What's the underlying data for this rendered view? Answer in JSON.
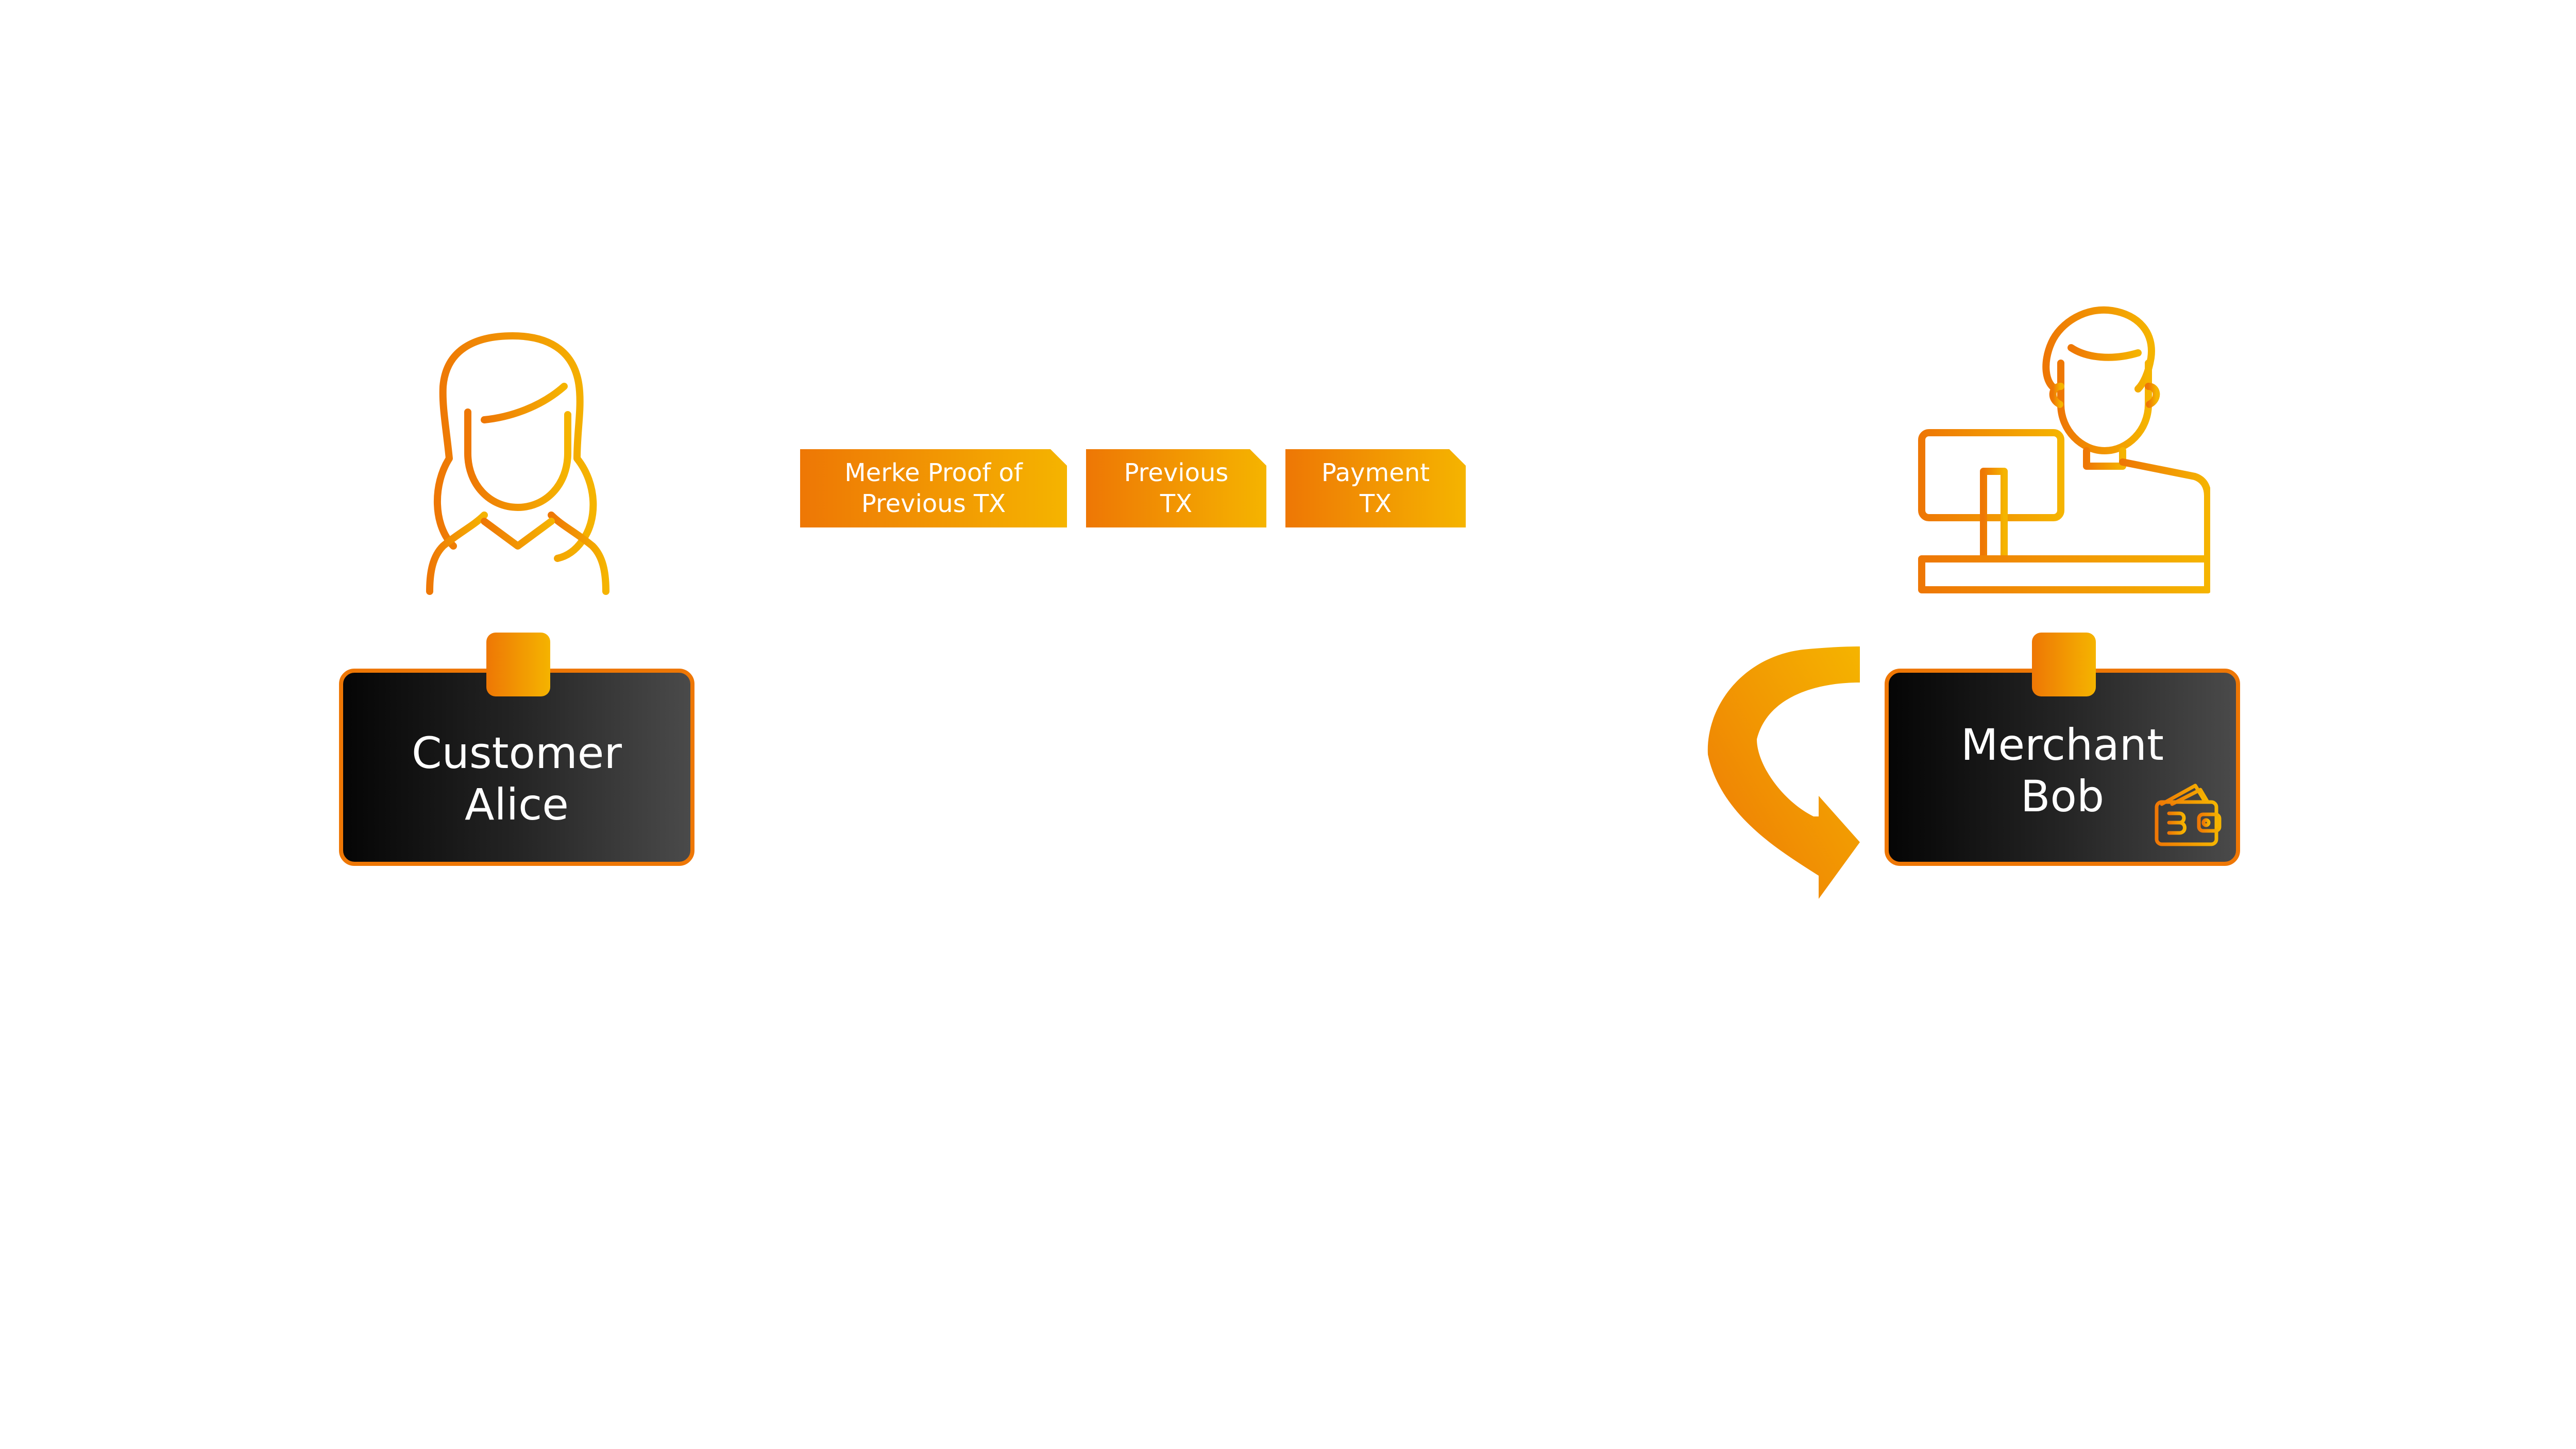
{
  "colors": {
    "accent_start": "#ee7705",
    "accent_end": "#f5b400",
    "card_dark": "#050505",
    "card_light": "#4a4a4a",
    "text": "#ffffff"
  },
  "customer": {
    "line1": "Customer",
    "line2": "Alice",
    "icon": "woman-user-icon"
  },
  "merchant": {
    "line1": "Merchant",
    "line2": "Bob",
    "icon": "cashier-at-computer-icon",
    "wallet_icon": "bitcoin-wallet-icon",
    "loop_icon": "curved-arrow-icon"
  },
  "messages": [
    {
      "line1": "Merke Proof of",
      "line2": "Previous TX"
    },
    {
      "line1": "Previous",
      "line2": "TX"
    },
    {
      "line1": "Payment",
      "line2": "TX"
    }
  ]
}
